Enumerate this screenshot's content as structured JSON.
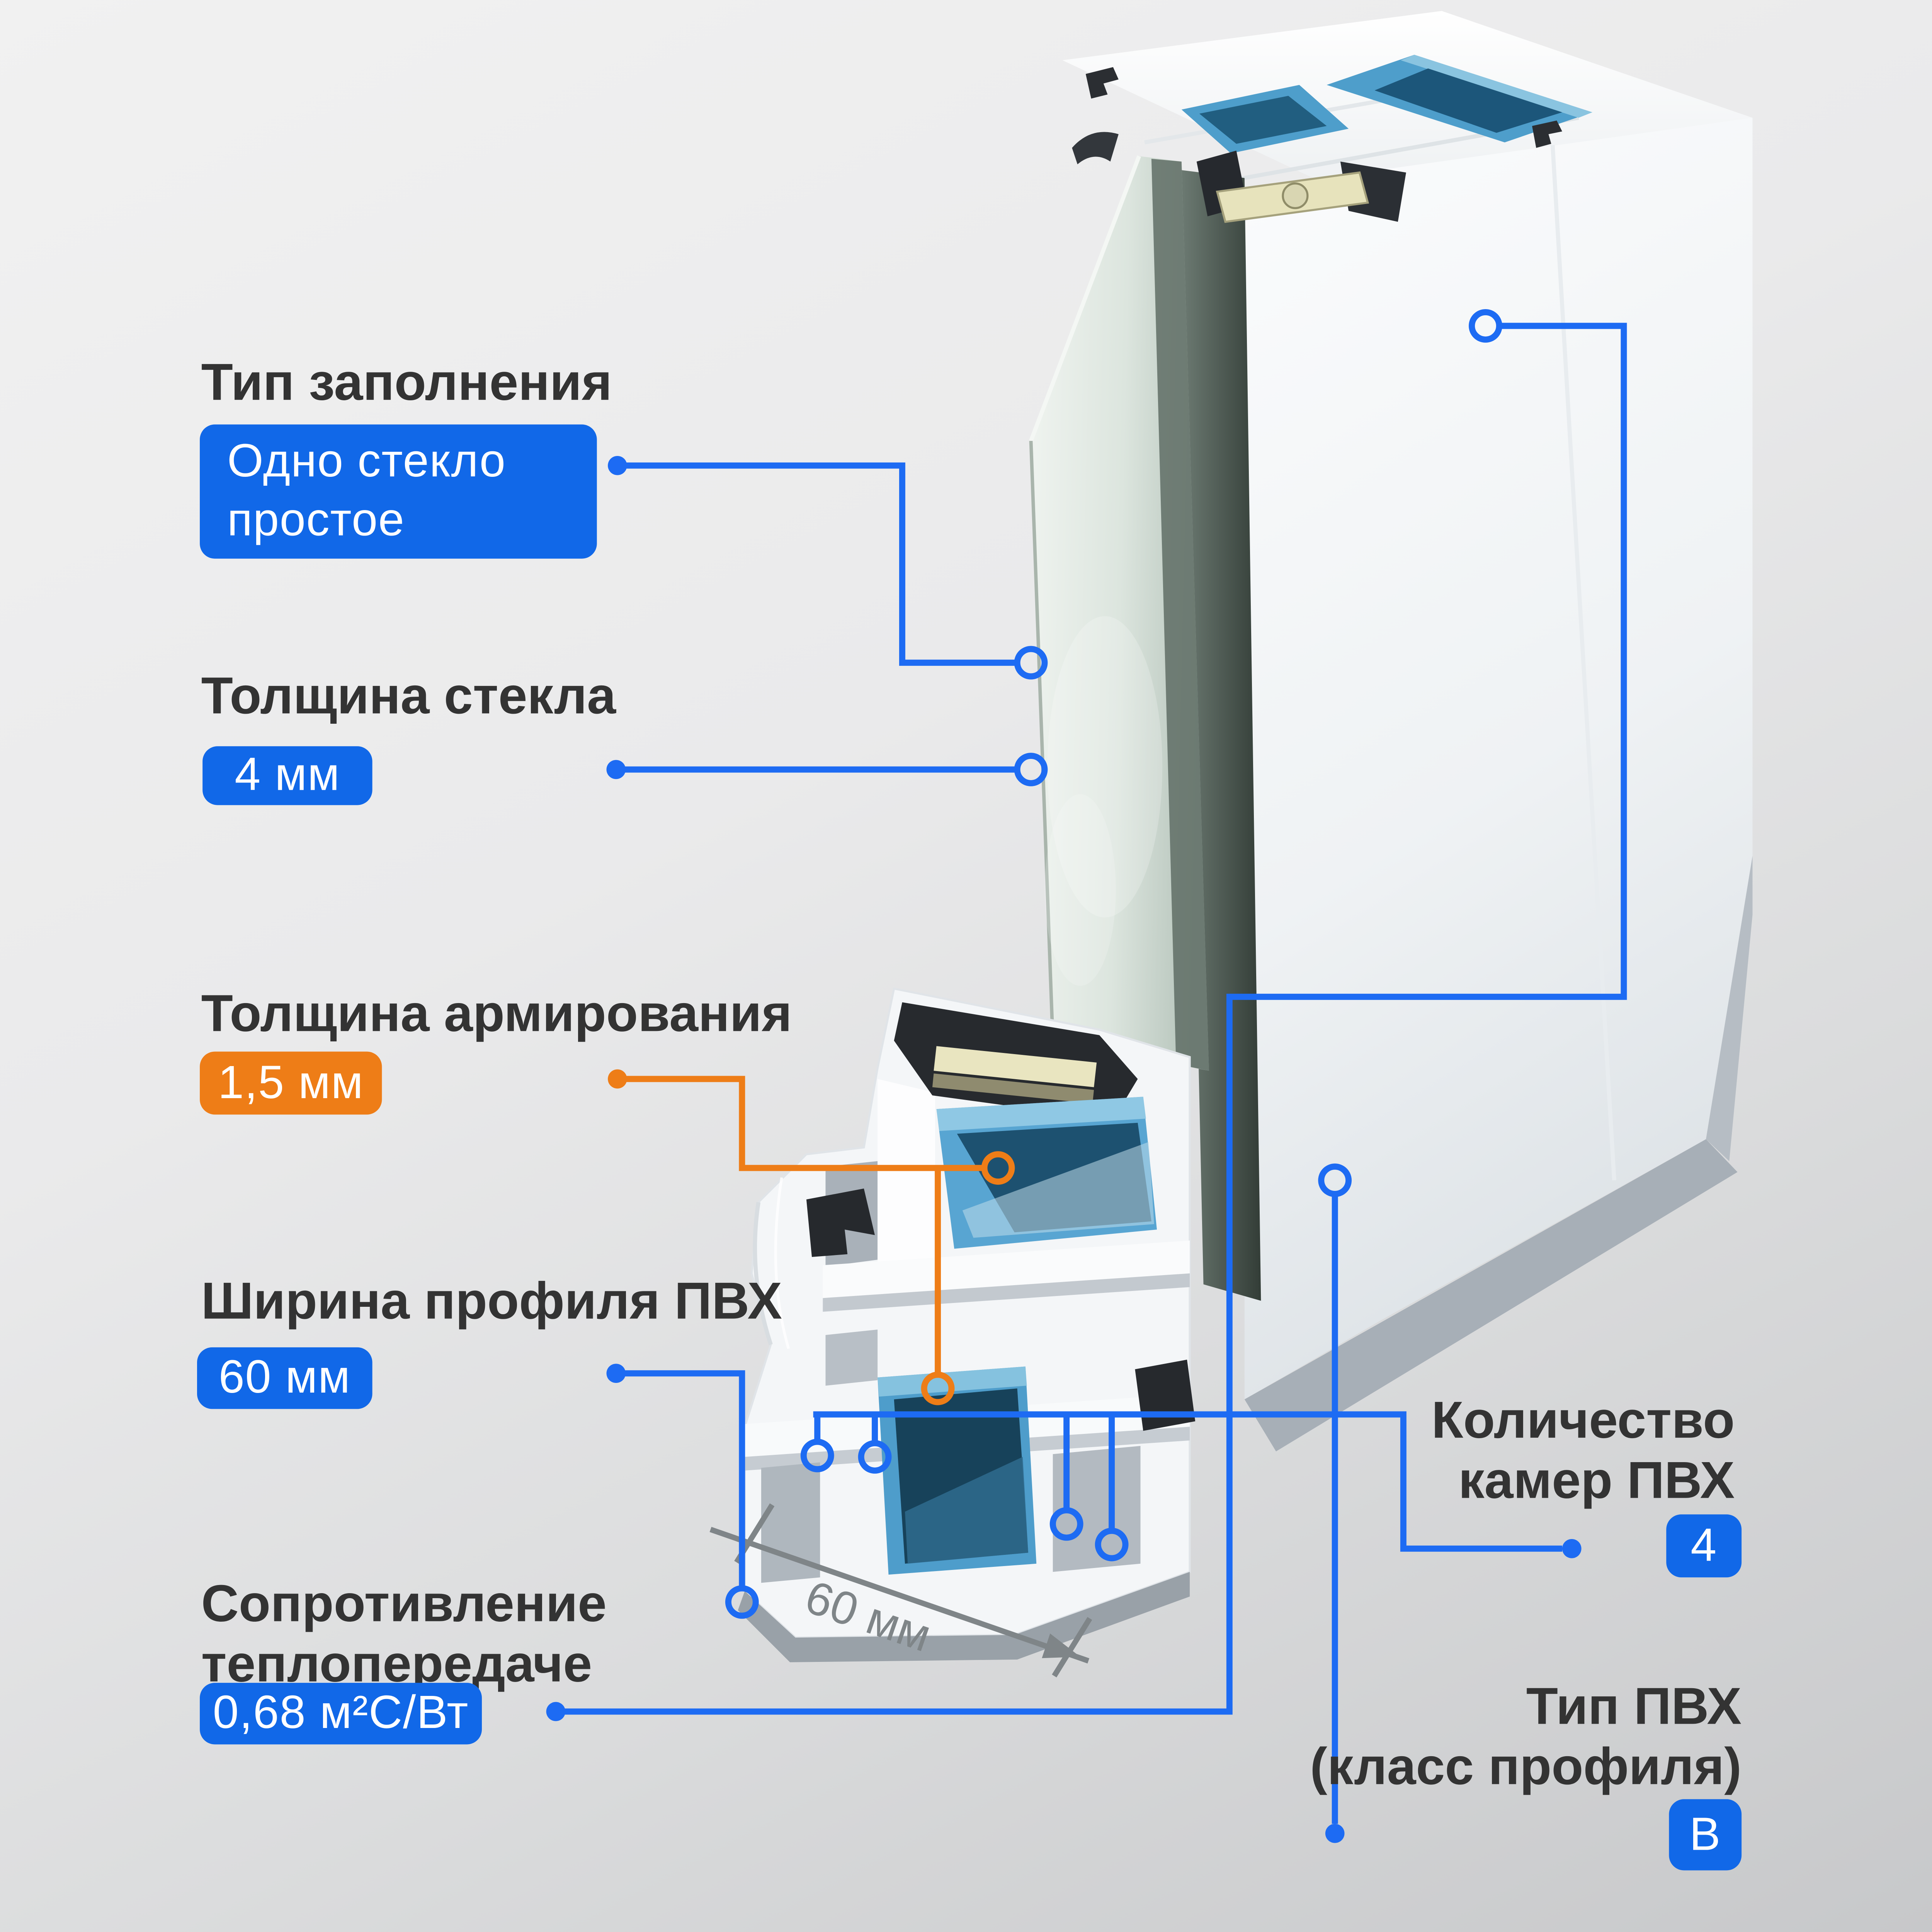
{
  "colors": {
    "accent_blue": "#1168E8",
    "line_blue": "#1D6BF3",
    "accent_orange": "#EE7D17",
    "heading_text": "#333333",
    "badge_text": "#FFFFFF",
    "dimension_gray": "#7F8588"
  },
  "specs": [
    {
      "id": "fill-type",
      "label": "Тип заполнения",
      "value": "Одно стекло простое",
      "value_lines": [
        "Одно стекло",
        "простое"
      ],
      "value_color": "blue"
    },
    {
      "id": "glass-thickness",
      "label": "Толщина стекла",
      "value": "4 мм",
      "value_color": "blue"
    },
    {
      "id": "reinforcement-thickness",
      "label": "Толщина армирования",
      "value": "1,5 мм",
      "value_color": "orange"
    },
    {
      "id": "profile-width",
      "label": "Ширина профиля ПВХ",
      "value": "60 мм",
      "value_color": "blue"
    },
    {
      "id": "heat-resistance",
      "label": "Сопротивление теплопередаче",
      "label_lines": [
        "Сопротивление",
        "теплопередаче"
      ],
      "value": "0,68 м²С/Вт",
      "value_color": "blue"
    },
    {
      "id": "chambers-count",
      "label": "Количество камер ПВХ",
      "label_lines": [
        "Количество",
        "камер ПВХ"
      ],
      "value": "4",
      "value_color": "blue"
    },
    {
      "id": "pvc-type",
      "label": "Тип ПВХ (класс профиля)",
      "label_lines": [
        "Тип ПВХ",
        "(класс профиля)"
      ],
      "value": "В",
      "value_color": "blue"
    }
  ],
  "dimension": {
    "text": "60 мм"
  }
}
